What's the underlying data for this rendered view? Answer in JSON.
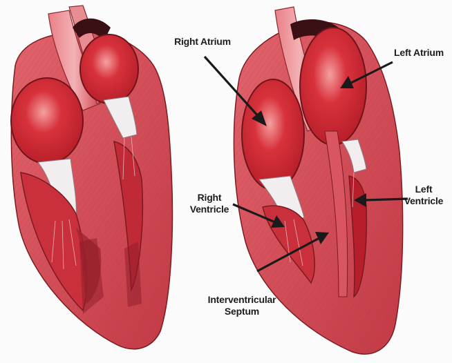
{
  "labels": {
    "right_atrium": "Right Atrium",
    "left_atrium": "Left Atrium",
    "right_ventricle": [
      "Right",
      "Ventricle"
    ],
    "left_ventricle": [
      "Left",
      "Ventricle"
    ],
    "septum": [
      "Interventricular",
      "Septum"
    ]
  },
  "colors": {
    "muscle": "#d24a55",
    "muscle_dark": "#a5232f",
    "chamber": "#c81e2a",
    "chamber_highlight": "#f08a8a",
    "valve": "#f2eef0",
    "outline": "#7a1a20",
    "arrow": "#1a1a1a"
  }
}
